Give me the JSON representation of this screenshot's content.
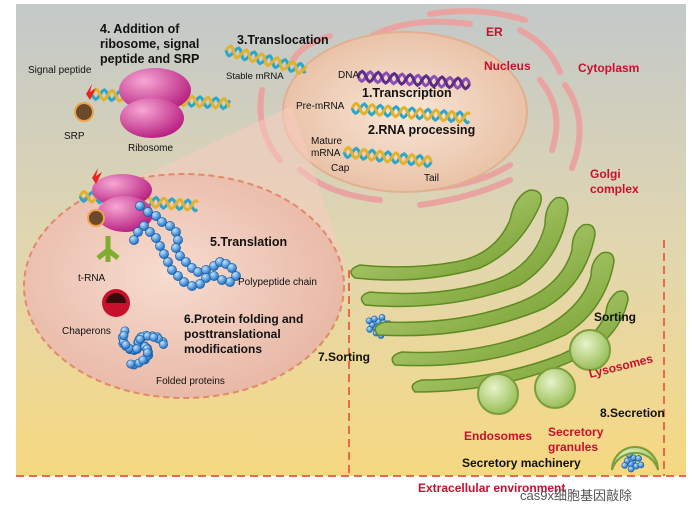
{
  "labels": {
    "step4": [
      "4. Addition of",
      "ribosome, signal",
      "peptide and SRP"
    ],
    "signal_peptide": "Signal peptide",
    "srp": "SRP",
    "ribosome": "Ribosome",
    "step3": "3.Translocation",
    "stable_mrna": "Stable mRNA",
    "er": "ER",
    "nucleus": "Nucleus",
    "cytoplasm": "Cytoplasm",
    "dna": "DNA",
    "step1": "1.Transcription",
    "pre_mrna": "Pre-mRNA",
    "step2": "2.RNA processing",
    "mature_mrna": [
      "Mature",
      "mRNA"
    ],
    "cap": "Cap",
    "tail": "Tail",
    "golgi": [
      "Golgi",
      "complex"
    ],
    "step5": "5.Translation",
    "trna": "t-RNA",
    "polypeptide": "Polypeptide chain",
    "chaperons": "Chaperons",
    "step6": [
      "6.Protein folding and",
      "posttranslational",
      "modifications"
    ],
    "folded": "Folded proteins",
    "step7": "7.Sorting",
    "sorting": "Sorting",
    "lysosomes": "Lysosomes",
    "endosomes": "Endosomes",
    "secretory_granules": [
      "Secretory",
      "granules"
    ],
    "step8": "8.Secretion",
    "secretory_machinery": "Secretory machinery",
    "extracellular": "Extracellular environment",
    "watermark": "cas9x细胞基因敲除"
  },
  "colors": {
    "bg_top": "#c3c9c9",
    "bg_bottom": "#f3d98c",
    "red_label": "#c8102e",
    "nucleus_fill": "#f1d2b8",
    "golgi": "#8db63c",
    "bead": "#2f86d8"
  }
}
